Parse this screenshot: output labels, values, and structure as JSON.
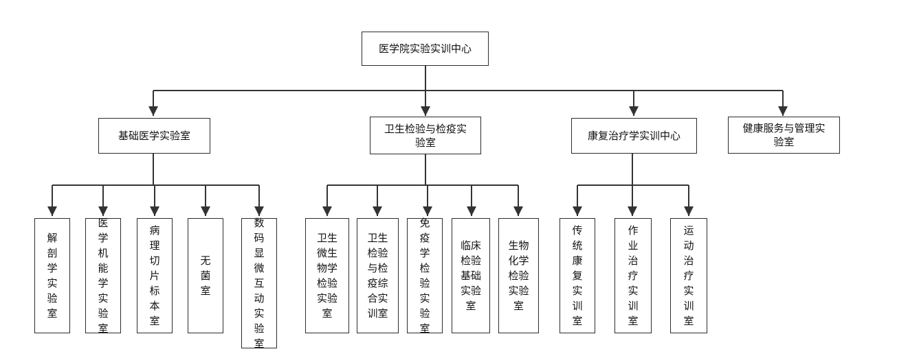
{
  "diagram": {
    "line_color": "#333333",
    "root": {
      "label": "医学院实验实训中心"
    },
    "departments": [
      {
        "label": "基础医学实验室",
        "labs": [
          {
            "label": "解剖学实验室"
          },
          {
            "label": "医学机能学实验室"
          },
          {
            "label": "病理切片标本室"
          },
          {
            "label": "无菌室"
          },
          {
            "label": "数码显微互动实验室"
          }
        ]
      },
      {
        "label": "卫生检验与检疫实验室",
        "labs": [
          {
            "label": "卫生微生物学检验实验室"
          },
          {
            "label": "卫生检验与检疫综合实训室"
          },
          {
            "label": "免疫学检验实验室"
          },
          {
            "label": "临床检验基础实验室"
          },
          {
            "label": "生物化学检验实验室"
          }
        ]
      },
      {
        "label": "康复治疗学实训中心",
        "labs": [
          {
            "label": "传统康复实训室"
          },
          {
            "label": "作业治疗实训室"
          },
          {
            "label": "运动治疗实训室"
          }
        ]
      },
      {
        "label": "健康服务与管理实验室",
        "labs": []
      }
    ]
  }
}
